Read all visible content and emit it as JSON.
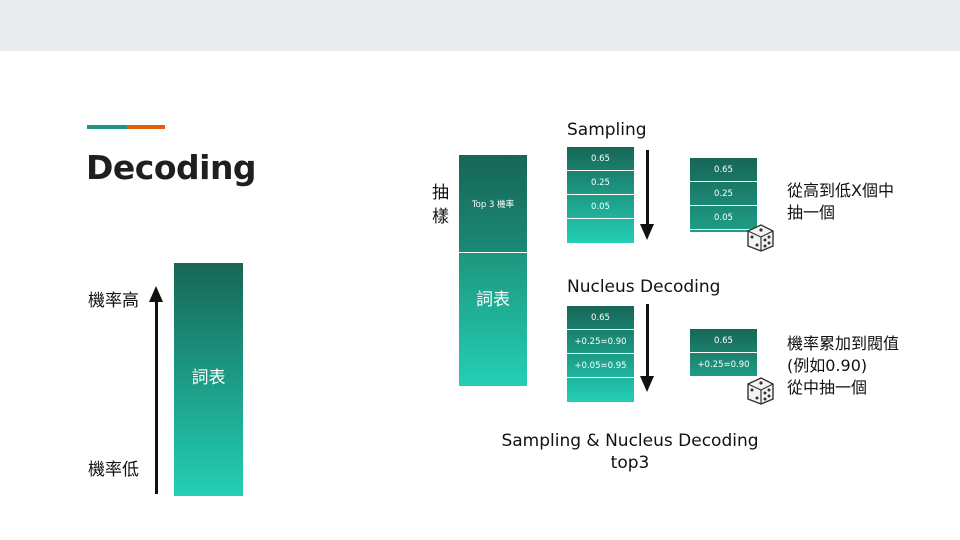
{
  "title": "Decoding",
  "left": {
    "vocab_label": "詞表",
    "high_label": "機率高",
    "low_label": "機率低"
  },
  "middle": {
    "side_label_1": "抽",
    "side_label_2": "樣",
    "top_label": "Top 3 機率",
    "vocab_label": "詞表"
  },
  "sampling": {
    "heading": "Sampling",
    "values": [
      "0.65",
      "0.25",
      "0.05",
      ""
    ],
    "selected": [
      "0.65",
      "0.25",
      "0.05"
    ],
    "note_line1": "從高到低X個中",
    "note_line2": "抽一個"
  },
  "nucleus": {
    "heading": "Nucleus Decoding",
    "values": [
      "0.65",
      "+0.25=0.90",
      "+0.05=0.95",
      ""
    ],
    "selected": [
      "0.65",
      "+0.25=0.90"
    ],
    "note_line1": "機率累加到閥值",
    "note_line2": "(例如0.90)",
    "note_line3": "從中抽一個"
  },
  "caption": {
    "line1": "Sampling & Nucleus Decoding",
    "line2": "top3"
  },
  "colors": {
    "dark_teal": "#176656",
    "light_teal": "#23cfb5",
    "accent_teal": "#21938a",
    "accent_orange": "#e0600f",
    "topbar": "#e8ebec"
  },
  "icons": [
    "dice-icon",
    "dice-icon"
  ]
}
